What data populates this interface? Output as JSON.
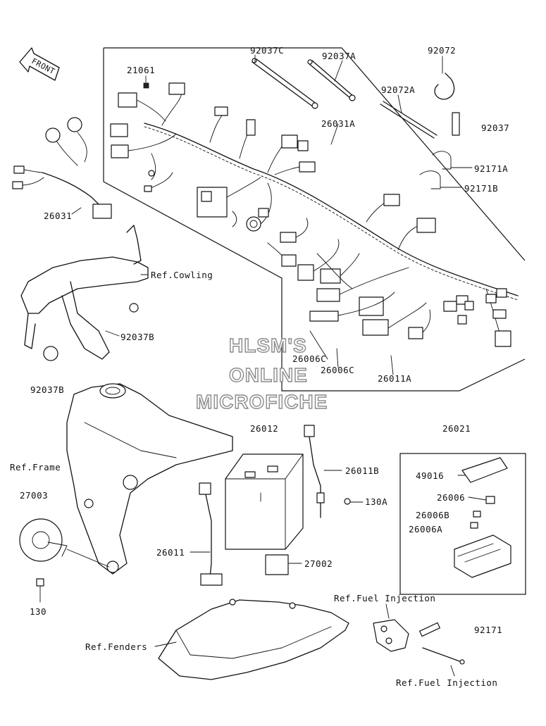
{
  "front_label": "FRONT",
  "watermark": {
    "line1": "HLSM'S",
    "line2": "ONLINE",
    "line3": "MICROFICHE"
  },
  "part_labels": {
    "p21061": "21061",
    "p92037c": "92037C",
    "p92037a": "92037A",
    "p92072": "92072",
    "p92072a": "92072A",
    "p26031a": "26031A",
    "p92037": "92037",
    "p92171a": "92171A",
    "p92171b": "92171B",
    "p26031": "26031",
    "ref_cowling": "Ref.Cowling",
    "p92037b_1": "92037B",
    "p26006c_1": "26006C",
    "p26006c_2": "26006C",
    "p26011a": "26011A",
    "p92037b_2": "92037B",
    "p26012": "26012",
    "p26021": "26021",
    "ref_frame": "Ref.Frame",
    "p26011b": "26011B",
    "p27003": "27003",
    "p49016": "49016",
    "p26006": "26006",
    "p130a": "130A",
    "p26006b": "26006B",
    "p26006a": "26006A",
    "p26011": "26011",
    "p27002": "27002",
    "p130": "130",
    "ref_fuel_injection_1": "Ref.Fuel Injection",
    "p92171": "92171",
    "ref_fenders": "Ref.Fenders",
    "ref_fuel_injection_2": "Ref.Fuel Injection"
  }
}
